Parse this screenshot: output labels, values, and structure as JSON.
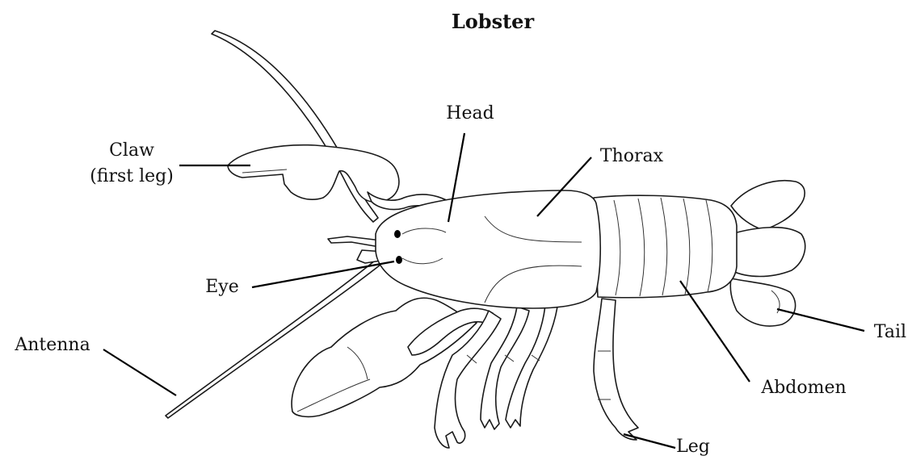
{
  "title": "Lobster",
  "labels": {
    "claw_line1": "Claw",
    "claw_line2": "(first leg)",
    "head": "Head",
    "thorax": "Thorax",
    "eye": "Eye",
    "antenna": "Antenna",
    "tail": "Tail",
    "abdomen": "Abdomen",
    "leg": "Leg"
  }
}
